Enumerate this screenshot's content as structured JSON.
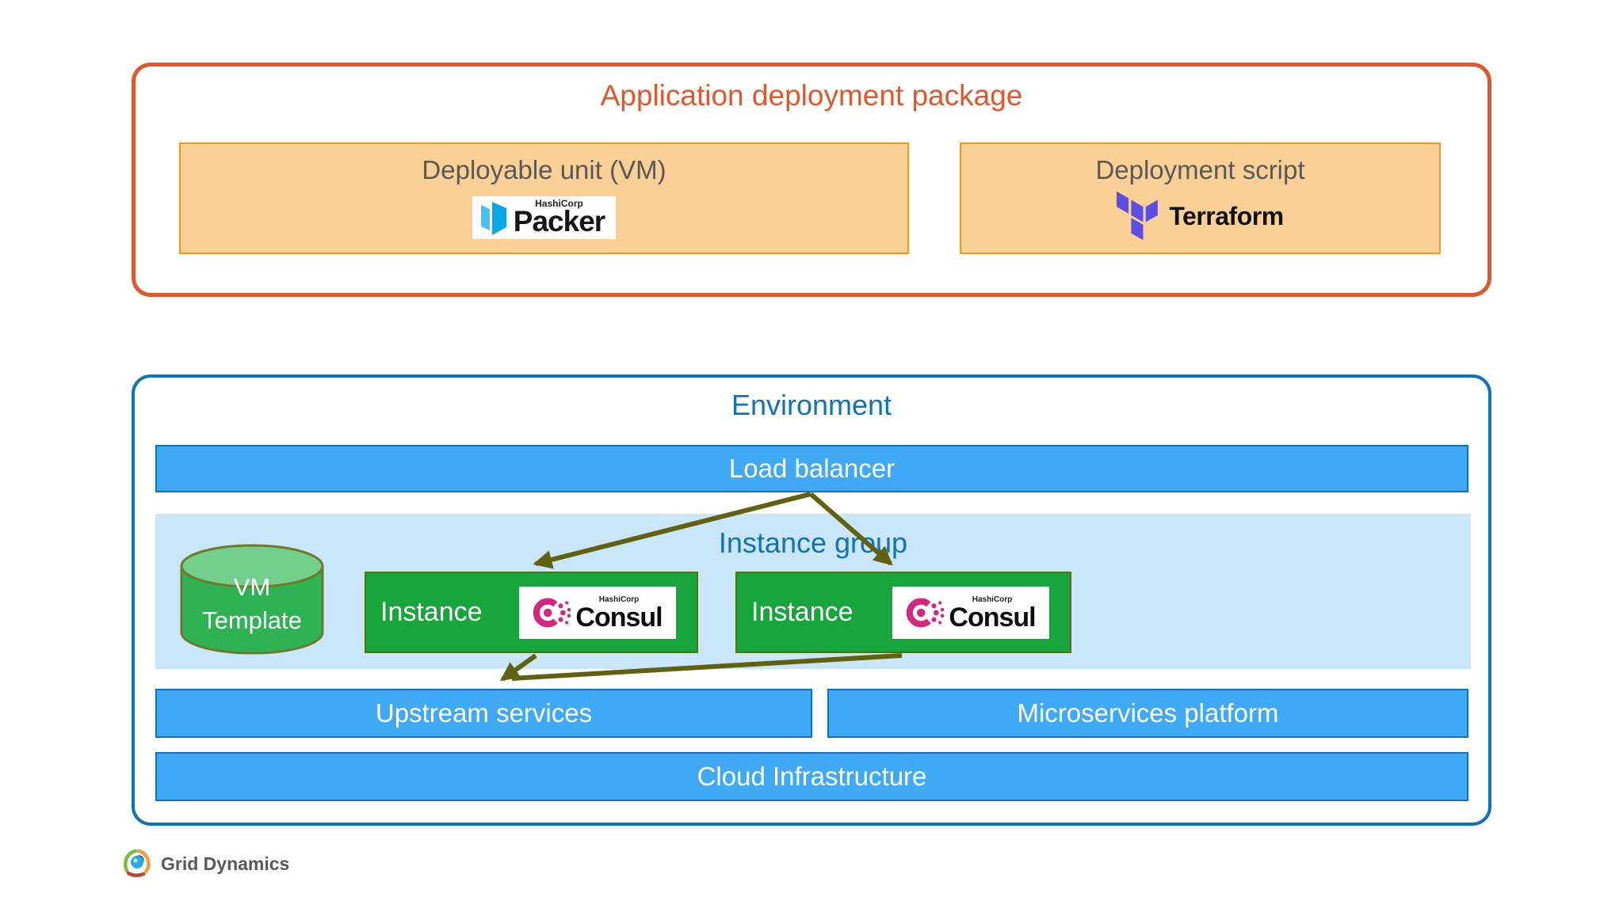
{
  "colors": {
    "orange_border": "#E2572B",
    "orange_fill": "#FBD096",
    "orange_box_border": "#EC9B1C",
    "blue_border": "#1072BA",
    "blue_bar": "#3FA9F5",
    "light_blue": "#C9E6FA",
    "blue_text": "#1072BA",
    "green_fill": "#18A53C",
    "green_border": "#5E6B13",
    "cylinder_top": "#72CF8C",
    "cylinder_body": "#2EB253",
    "cylinder_border": "#6E7A2A",
    "arrow": "#61610F",
    "gray_text": "#595959",
    "packer_blue": "#09A7E8",
    "terraform_purple": "#5C4EE5",
    "consul_pink": "#D4277E"
  },
  "package": {
    "title": "Application deployment package",
    "deployable_unit": {
      "label": "Deployable unit (VM)",
      "logo_brand": "HashiCorp",
      "logo_name": "Packer"
    },
    "deployment_script": {
      "label": "Deployment script",
      "logo_name": "Terraform"
    }
  },
  "environment": {
    "title": "Environment",
    "load_balancer": "Load balancer",
    "instance_group": {
      "title": "Instance group",
      "vm_template_line1": "VM",
      "vm_template_line2": "Template",
      "instances": [
        {
          "label": "Instance",
          "logo_brand": "HashiCorp",
          "logo_name": "Consul"
        },
        {
          "label": "Instance",
          "logo_brand": "HashiCorp",
          "logo_name": "Consul"
        }
      ]
    },
    "upstream": "Upstream services",
    "microservices": "Microservices platform",
    "cloud": "Cloud Infrastructure"
  },
  "footer": {
    "logo_text": "Grid Dynamics"
  }
}
